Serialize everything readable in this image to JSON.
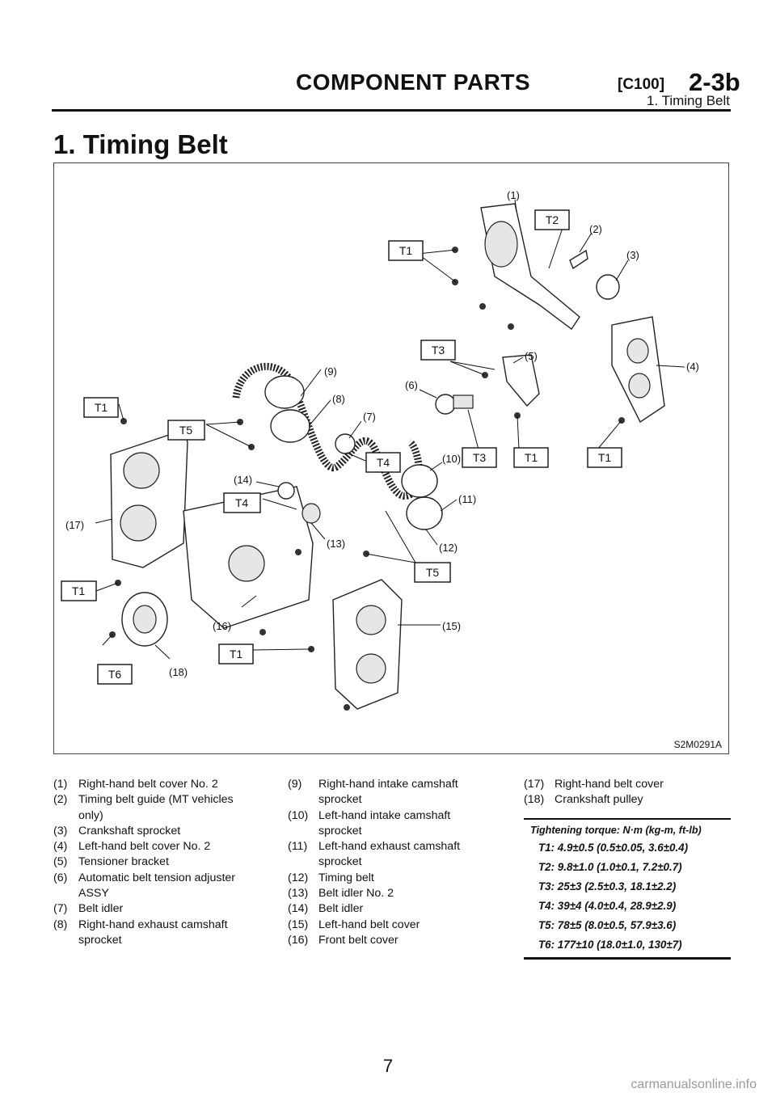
{
  "header": {
    "title": "COMPONENT PARTS",
    "code": "[C100]",
    "section": "2-3b",
    "subtitle": "1. Timing Belt"
  },
  "section_title": "1. Timing Belt",
  "figure": {
    "id": "S2M0291A",
    "callouts": [
      "(1)",
      "(2)",
      "(3)",
      "(4)",
      "(5)",
      "(6)",
      "(7)",
      "(8)",
      "(9)",
      "(10)",
      "(11)",
      "(12)",
      "(13)",
      "(14)",
      "(15)",
      "(16)",
      "(17)",
      "(18)"
    ],
    "torque_tags": [
      "T1",
      "T2",
      "T3",
      "T4",
      "T5",
      "T6"
    ]
  },
  "parts_col1": [
    {
      "num": "(1)",
      "text": "Right-hand belt cover No. 2"
    },
    {
      "num": "(2)",
      "text": "Timing belt guide (MT vehicles only)"
    },
    {
      "num": "(3)",
      "text": "Crankshaft sprocket"
    },
    {
      "num": "(4)",
      "text": "Left-hand belt cover No. 2"
    },
    {
      "num": "(5)",
      "text": "Tensioner bracket"
    },
    {
      "num": "(6)",
      "text": "Automatic belt tension adjuster ASSY"
    },
    {
      "num": "(7)",
      "text": "Belt idler"
    },
    {
      "num": "(8)",
      "text": "Right-hand exhaust camshaft sprocket"
    }
  ],
  "parts_col2": [
    {
      "num": "(9)",
      "text": "Right-hand intake camshaft sprocket"
    },
    {
      "num": "(10)",
      "text": "Left-hand intake camshaft sprocket"
    },
    {
      "num": "(11)",
      "text": "Left-hand exhaust camshaft sprocket"
    },
    {
      "num": "(12)",
      "text": "Timing belt"
    },
    {
      "num": "(13)",
      "text": "Belt idler No. 2"
    },
    {
      "num": "(14)",
      "text": "Belt idler"
    },
    {
      "num": "(15)",
      "text": "Left-hand belt cover"
    },
    {
      "num": "(16)",
      "text": "Front belt cover"
    }
  ],
  "parts_col3": [
    {
      "num": "(17)",
      "text": "Right-hand belt cover"
    },
    {
      "num": "(18)",
      "text": "Crankshaft pulley"
    }
  ],
  "torque": {
    "heading": "Tightening torque: N·m (kg-m, ft-lb)",
    "rows": [
      "T1: 4.9±0.5 (0.5±0.05, 3.6±0.4)",
      "T2: 9.8±1.0 (1.0±0.1, 7.2±0.7)",
      "T3: 25±3 (2.5±0.3, 18.1±2.2)",
      "T4: 39±4 (4.0±0.4, 28.9±2.9)",
      "T5: 78±5 (8.0±0.5, 57.9±3.6)",
      "T6: 177±10 (18.0±1.0, 130±7)"
    ]
  },
  "page_number": "7",
  "watermark": "carmanualsonline.info"
}
